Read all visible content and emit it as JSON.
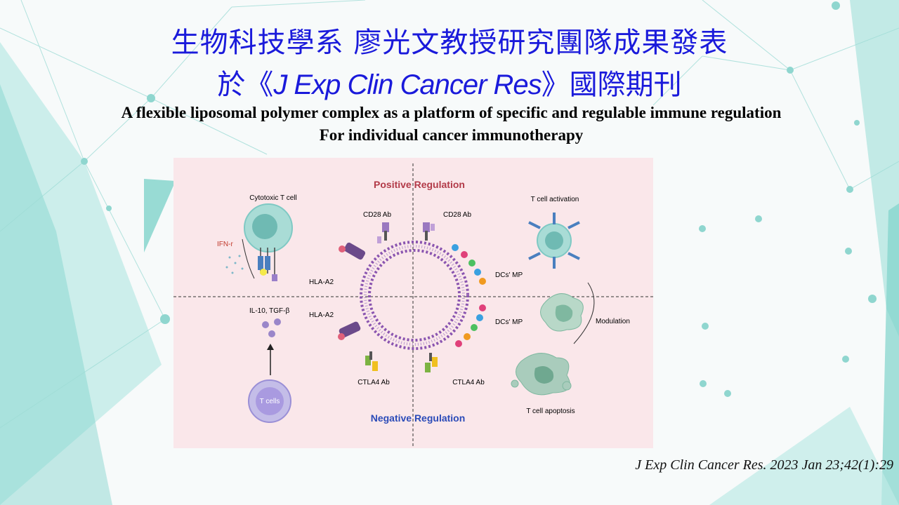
{
  "title": {
    "line1": "生物科技學系 廖光文教授研究團隊成果發表",
    "line2_prefix": "於《",
    "line2_journal": "J Exp Clin Cancer Res",
    "line2_suffix": "》國際期刊"
  },
  "subtitle": {
    "line1": "A flexible liposomal polymer complex as a platform of specific and regulable immune regulation",
    "line2": "For  individual cancer immunotherapy"
  },
  "figure": {
    "positive_label": "Positive Regulation",
    "negative_label": "Negative Regulation",
    "cytotoxic_t_cell": "Cytotoxic T cell",
    "ifn": "IFN-r",
    "il10": "IL-10, TGF-β",
    "t_cells": "T cells",
    "cd28_left": "CD28 Ab",
    "cd28_right": "CD28 Ab",
    "hla_top": "HLA-A2",
    "hla_bottom": "HLA-A2",
    "dcs_top": "DCs' MP",
    "dcs_bottom": "DCs' MP",
    "ctla4_left": "CTLA4 Ab",
    "ctla4_right": "CTLA4 Ab",
    "t_activation": "T cell activation",
    "modulation": "Modulation",
    "t_apoptosis": "T cell apoptosis",
    "colors": {
      "positive": "#b23a48",
      "negative": "#2b4bb8",
      "membrane": "#8a55b0",
      "cell": "#7fc9c4"
    }
  },
  "citation": "J Exp Clin Cancer Res. 2023 Jan 23;42(1):29"
}
